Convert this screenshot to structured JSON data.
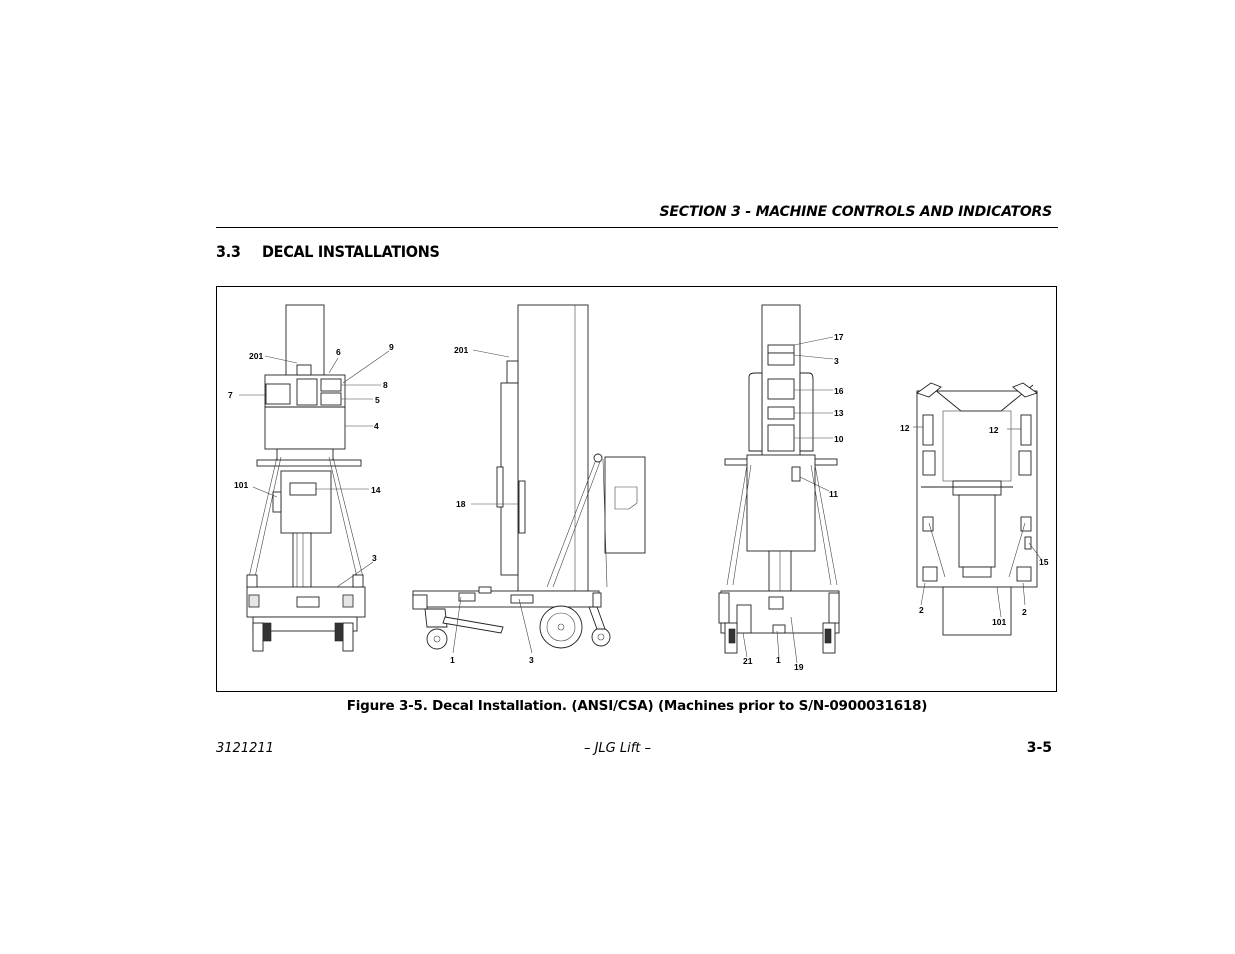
{
  "header": {
    "title": "SECTION 3 - MACHINE CONTROLS AND INDICATORS"
  },
  "section": {
    "number": "3.3",
    "title": "DECAL INSTALLATIONS"
  },
  "figure": {
    "caption": "Figure 3-5.  Decal Installation. (ANSI/CSA) (Machines prior to S/N-0900031618)",
    "views": [
      {
        "name": "front-view",
        "callouts": [
          "201",
          "6",
          "9",
          "7",
          "8",
          "5",
          "4",
          "101",
          "14",
          "3"
        ]
      },
      {
        "name": "side-view",
        "callouts": [
          "201",
          "18",
          "1",
          "3"
        ]
      },
      {
        "name": "rear-view",
        "callouts": [
          "17",
          "3",
          "16",
          "13",
          "10",
          "11",
          "21",
          "1",
          "19"
        ]
      },
      {
        "name": "top-view",
        "callouts": [
          "12",
          "12",
          "15",
          "2",
          "101",
          "2"
        ]
      }
    ]
  },
  "footer": {
    "doc_number": "3121211",
    "center": "– JLG Lift –",
    "page": "3-5"
  }
}
